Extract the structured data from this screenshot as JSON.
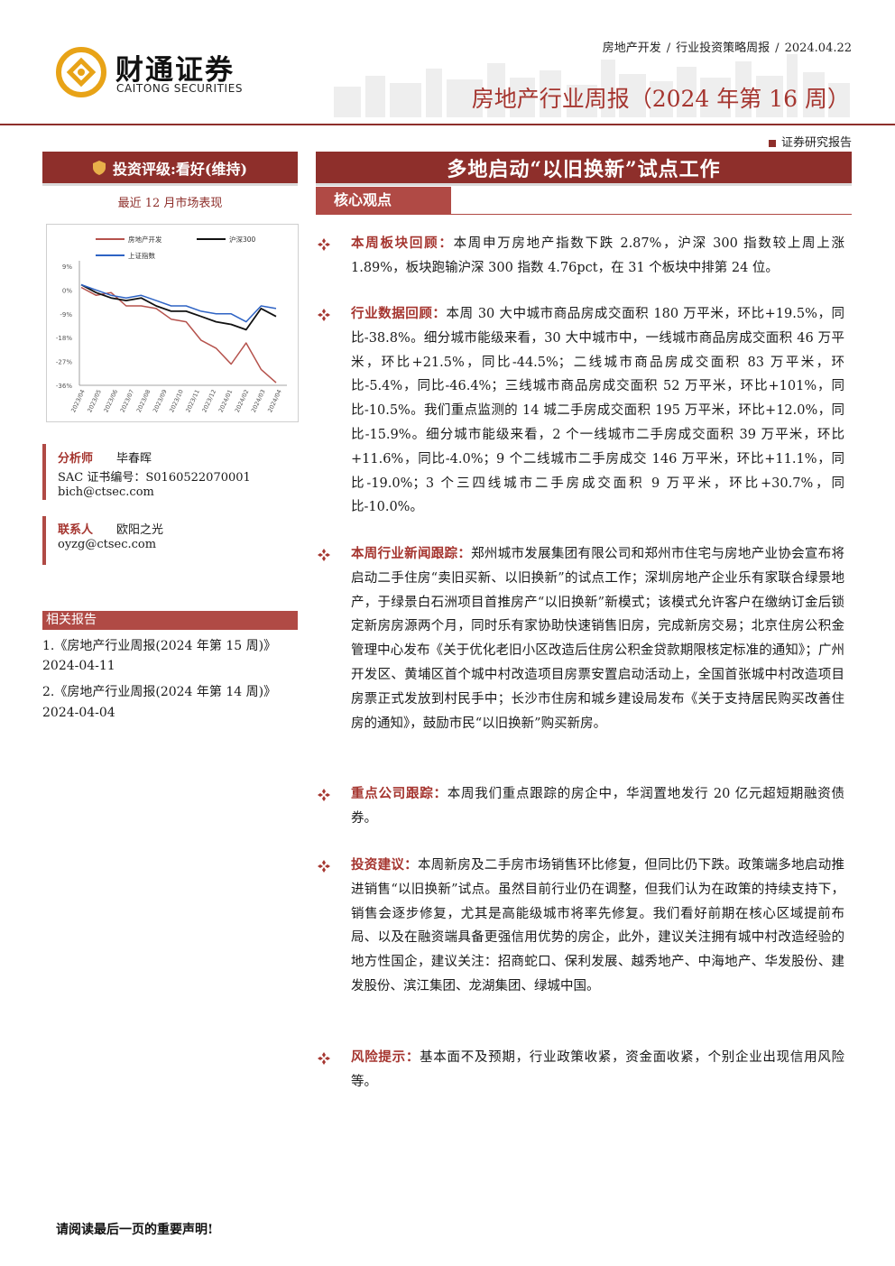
{
  "header": {
    "logo_cn": "财通证券",
    "logo_en": "CAITONG SECURITIES",
    "breadcrumb": [
      "房地产开发",
      "行业投资策略周报",
      "2024.04.22"
    ],
    "report_title": "房地产行业周报（2024 年第 16 周）",
    "report_type": "证券研究报告"
  },
  "sidebar": {
    "rating": "投资评级:看好(维持)",
    "perf_caption": "最近 12 月市场表现",
    "analyst": {
      "label": "分析师",
      "name": "毕春晖",
      "sac": "SAC 证书编号：S0160522070001",
      "email": "bich@ctsec.com"
    },
    "contact": {
      "label": "联系人",
      "name": "欧阳之光",
      "email": "oyzg@ctsec.com"
    },
    "related": {
      "title": "相关报告",
      "items": [
        {
          "title": "1.《房地产行业周报(2024 年第 15 周)》",
          "date": "2024-04-11"
        },
        {
          "title": "2.《房地产行业周报(2024 年第 14 周)》",
          "date": "2024-04-04"
        }
      ]
    }
  },
  "chart_data": {
    "type": "line",
    "x": [
      "2023/04",
      "2023/05",
      "2023/06",
      "2023/07",
      "2023/08",
      "2023/09",
      "2023/10",
      "2023/11",
      "2023/12",
      "2024/01",
      "2024/02",
      "2024/03",
      "2024/04"
    ],
    "yticks": [
      "9%",
      "0%",
      "-9%",
      "-18%",
      "-27%",
      "-36%"
    ],
    "ylim": [
      -36,
      9
    ],
    "series": [
      {
        "name": "房地产开发",
        "color": "#b5524c",
        "values": [
          1,
          -2,
          -1,
          -6,
          -6,
          -7,
          -11,
          -12,
          -19,
          -22,
          -28,
          -20,
          -30,
          -35
        ]
      },
      {
        "name": "沪深300",
        "color": "#111111",
        "values": [
          2,
          -1,
          -3,
          -4,
          -3,
          -6,
          -8,
          -8,
          -10,
          -12,
          -13,
          -15,
          -7,
          -10
        ]
      },
      {
        "name": "上证指数",
        "color": "#2e63c4",
        "values": [
          2,
          0,
          -2,
          -3,
          -2,
          -4,
          -6,
          -6,
          -8,
          -9,
          -9,
          -12,
          -6,
          -7
        ]
      }
    ]
  },
  "main": {
    "headline": "多地启动“以旧换新”试点工作",
    "core_tab": "核心观点",
    "sections": [
      {
        "lead": "本周板块回顾：",
        "text": "本周申万房地产指数下跌 2.87%，沪深 300 指数较上周上涨 1.89%，板块跑输沪深 300 指数 4.76pct，在 31 个板块中排第 24 位。"
      },
      {
        "lead": "行业数据回顾：",
        "text": "本周 30 大中城市商品房成交面积 180 万平米，环比+19.5%，同比-38.8%。细分城市能级来看，30 大中城市中，一线城市商品房成交面积 46 万平米，环比+21.5%，同比-44.5%；二线城市商品房成交面积 83 万平米，环比-5.4%，同比-46.4%；三线城市商品房成交面积 52 万平米，环比+101%，同比-10.5%。我们重点监测的 14 城二手房成交面积 195 万平米，环比+12.0%，同比-15.9%。细分城市能级来看，2 个一线城市二手房成交面积 39 万平米，环比+11.6%，同比-4.0%；9 个二线城市二手房成交 146 万平米，环比+11.1%，同比-19.0%；3 个三四线城市二手房成交面积 9 万平米，环比+30.7%，同比-10.0%。"
      },
      {
        "lead": "本周行业新闻跟踪：",
        "text": "郑州城市发展集团有限公司和郑州市住宅与房地产业协会宣布将启动二手住房“卖旧买新、以旧换新”的试点工作；深圳房地产企业乐有家联合绿景地产，于绿景白石洲项目首推房产“以旧换新”新模式；该模式允许客户在缴纳订金后锁定新房房源两个月，同时乐有家协助快速销售旧房，完成新房交易；北京住房公积金管理中心发布《关于优化老旧小区改造后住房公积金贷款期限核定标准的通知》；广州开发区、黄埔区首个城中村改造项目房票安置启动活动上，全国首张城中村改造项目房票正式发放到村民手中；长沙市住房和城乡建设局发布《关于支持居民购买改善住房的通知》，鼓励市民“以旧换新”购买新房。"
      },
      {
        "lead": "重点公司跟踪：",
        "text": "本周我们重点跟踪的房企中，华润置地发行 20 亿元超短期融资债券。"
      },
      {
        "lead": "投资建议：",
        "text": "本周新房及二手房市场销售环比修复，但同比仍下跌。政策端多地启动推进销售“以旧换新”试点。虽然目前行业仍在调整，但我们认为在政策的持续支持下，销售会逐步修复，尤其是高能级城市将率先修复。我们看好前期在核心区域提前布局、以及在融资端具备更强信用优势的房企，此外，建议关注拥有城中村改造经验的地方性国企，建议关注：招商蛇口、保利发展、越秀地产、中海地产、华发股份、建发股份、滨江集团、龙湖集团、绿城中国。"
      },
      {
        "lead": "风险提示：",
        "text": "基本面不及预期，行业政策收紧，资金面收紧，个别企业出现信用风险等。"
      }
    ]
  },
  "footer": {
    "note": "请阅读最后一页的重要声明!"
  }
}
